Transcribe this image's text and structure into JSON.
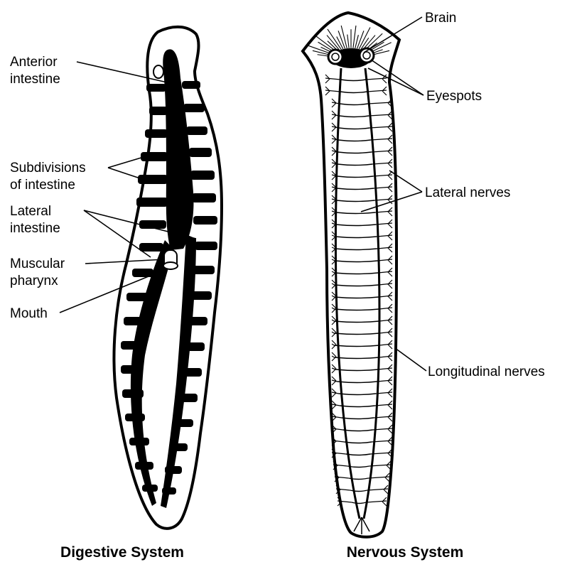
{
  "digestive": {
    "caption": "Digestive System",
    "labels": {
      "anterior_intestine": [
        "Anterior",
        "intestine"
      ],
      "subdivisions": [
        "Subdivisions",
        "of intestine"
      ],
      "lateral_intestine": [
        "Lateral",
        "intestine"
      ],
      "pharynx": [
        "Muscular",
        "pharynx"
      ],
      "mouth": "Mouth"
    }
  },
  "nervous": {
    "caption": "Nervous System",
    "labels": {
      "brain": "Brain",
      "eyespots": "Eyespots",
      "lateral_nerves": "Lateral nerves",
      "longitudinal_nerves": "Longitudinal nerves"
    }
  }
}
